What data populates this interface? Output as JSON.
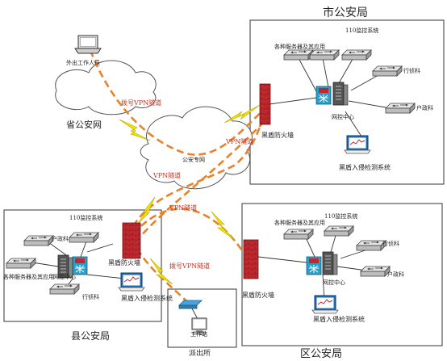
{
  "bureaus": {
    "city": {
      "title": "市公安局",
      "servers": "各种服务器及其应用",
      "monitor_110": "110监控系统",
      "investigation": "行侦科",
      "household": "户政科",
      "network_center": "网控中心",
      "firewall": "黑盾防火墙",
      "ids": "黑盾入侵检测系统"
    },
    "county": {
      "title": "县公安局",
      "monitor_110": "110监控系统",
      "household": "户政科",
      "servers": "各种服务器及其应用",
      "network_center": "网控中心",
      "investigation": "行侦科",
      "firewall": "黑盾防火墙",
      "ids": "黑盾入侵检测系统"
    },
    "district": {
      "title": "区公安局",
      "servers": "各种服务器及其应用",
      "monitor_110": "110监控系统",
      "investigation": "行侦科",
      "household": "户政科",
      "network_center": "网控中心",
      "firewall": "黑盾防火墙",
      "ids": "黑盾入侵检测系统"
    }
  },
  "field_worker": "外出工作人员",
  "provincial_network": "省公安网",
  "public_network": "公安专网",
  "dialup_vpn_1": "拨号VPN隧道",
  "dialup_vpn_2": "拨号VPN隧道",
  "vpn_tunnel_1": "VPN隧道",
  "vpn_tunnel_2": "VPN隧道",
  "vpn_tunnel_3": "VPN隧道",
  "police_station": "派出所",
  "workstation": "工作站",
  "colors": {
    "tunnel": "#e8822a",
    "lightning": "#f2e200",
    "firewall": "#c0282d",
    "router": "#2a9fc9",
    "text_red": "#c0392b"
  }
}
